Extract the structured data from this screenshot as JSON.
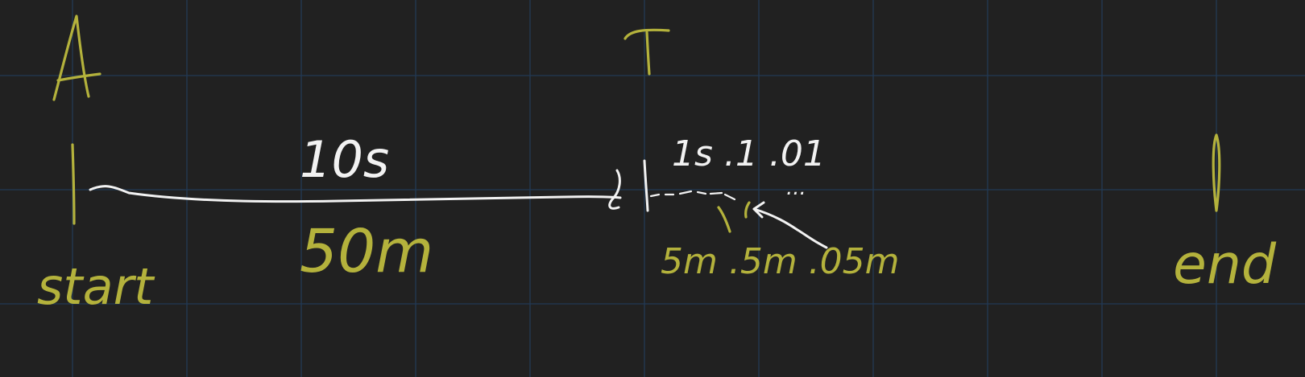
{
  "canvas": {
    "background": "#212121",
    "grid_color": "#223a55",
    "ink_colors": {
      "primary": "#b4b23c",
      "secondary": "#f2f2f2"
    }
  },
  "labels": {
    "point_a": "A",
    "point_t": "T",
    "start": "start",
    "end": "end",
    "time_first_leg": "10s",
    "distance_first_leg": "50m",
    "time_steps": "1s .1 .01",
    "distance_steps": "5m .5m .05m",
    "continuation": "..."
  }
}
